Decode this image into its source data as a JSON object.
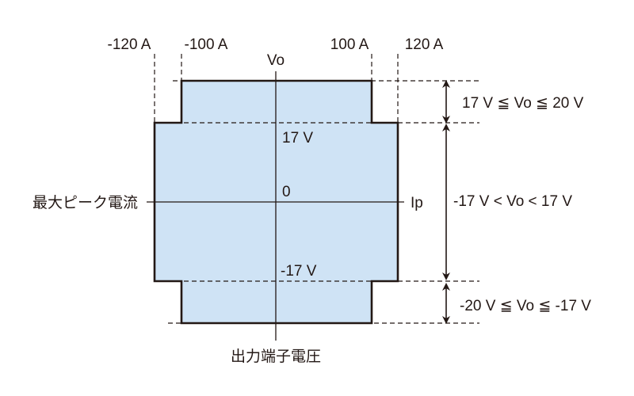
{
  "colors": {
    "fill": "#cfe3f5",
    "stroke": "#231815"
  },
  "current_labels": {
    "neg120": "-120 A",
    "neg100": "-100 A",
    "pos100": "100 A",
    "pos120": "120 A"
  },
  "axes": {
    "vertical": "Vo",
    "horizontal": "Ip",
    "origin": "0",
    "horizontal_title": "最大ピーク電流",
    "vertical_title": "出力端子電圧"
  },
  "voltage_labels": {
    "pos17": "17 V",
    "neg17": "-17 V"
  },
  "ranges": {
    "upper": "17 V ≦ Vo ≦ 20 V",
    "middle": "-17 V < Vo < 17 V",
    "lower": "-20 V ≦ Vo ≦ -17 V"
  }
}
